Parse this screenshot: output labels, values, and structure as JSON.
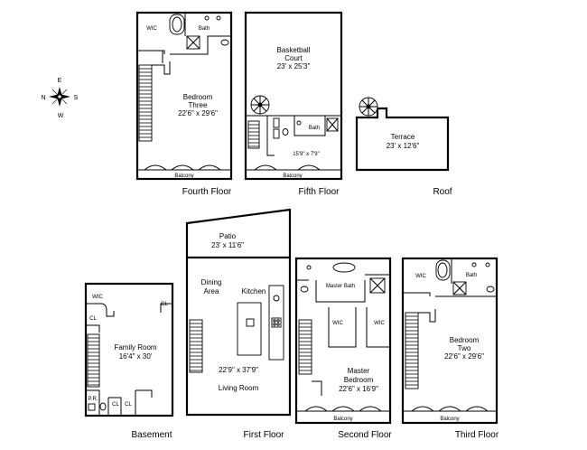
{
  "floors": {
    "fourth": "Fourth Floor",
    "fifth": "Fifth Floor",
    "roof": "Roof",
    "basement": "Basement",
    "first": "First Floor",
    "second": "Second Floor",
    "third": "Third Floor"
  },
  "compass": {
    "n": "N",
    "e": "E",
    "s": "S",
    "w": "W"
  },
  "rooms": {
    "fourth_wic": "WIC",
    "fourth_bath": "Bath",
    "bedroom_three_name_1": "Bedroom",
    "bedroom_three_name_2": "Three",
    "bedroom_three_dims": "22'6\" x 29'6\"",
    "fourth_balcony": "Balcony",
    "court_name_1": "Basketball",
    "court_name_2": "Court",
    "court_dims": "23' x 25'3\"",
    "fifth_bath": "Bath",
    "fifth_room_dims": "15'9\" x 7'9\"",
    "fifth_balcony": "Balcony",
    "terrace_name": "Terrace",
    "terrace_dims": "23' x 12'6\"",
    "patio_name": "Patio",
    "patio_dims": "23' x 11'6\"",
    "dining_1": "Dining",
    "dining_2": "Area",
    "kitchen": "Kitchen",
    "living_dims": "22'9\" x 37'9\"",
    "living_room": "Living Room",
    "basement_wic": "WIC",
    "cl": "CL",
    "family_room": "Family Room",
    "family_dims": "16'4\" x 30'",
    "pr": "P.R.",
    "master_bath": "Master Bath",
    "second_wic": "WIC",
    "master_bedroom_1": "Master",
    "master_bedroom_2": "Bedroom",
    "master_dims": "22'6\" x 16'9\"",
    "second_balcony": "Balcony",
    "third_wic": "WIC",
    "third_bath": "Bath",
    "bedroom_two_1": "Bedroom",
    "bedroom_two_2": "Two",
    "bedroom_two_dims": "22'6\" x 29'6\"",
    "third_balcony": "Balcony"
  }
}
